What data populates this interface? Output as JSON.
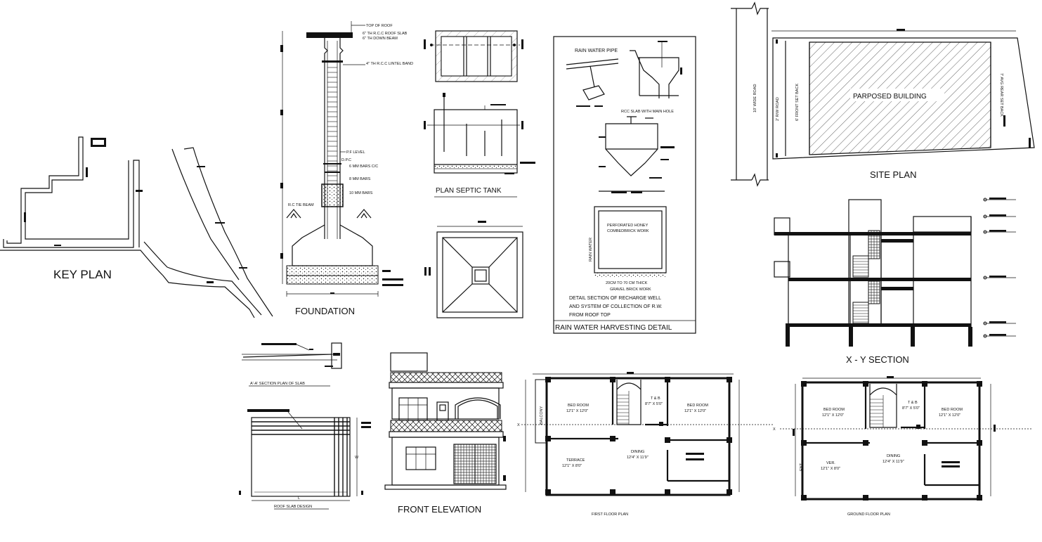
{
  "titles": {
    "key_plan": "KEY PLAN",
    "foundation": "FOUNDATION",
    "plan_septic_tank": "PLAN SEPTIC TANK",
    "rain_water_harvesting": "RAIN WATER HARVESTING DETAIL",
    "site_plan": "SITE PLAN",
    "xy_section": "X - Y  SECTION",
    "aa_section": "A'-A' SECTION PLAN OF SLAB",
    "roof_slab_design": "ROOF SLAB DESIGN",
    "front_elevation": "FRONT ELEVATION",
    "first_floor_plan": "FIRST FLOOR PLAN",
    "ground_floor_plan": "GROUND FLOOR PLAN"
  },
  "foundation": {
    "top_of_roof": "TOP OF ROOF",
    "roof_slab": "6\" TH R.C.C ROOF SLAB",
    "down_beam": "6\" TH DOWN BEAM",
    "lintel_band": "4\" TH R.C.C LINTEL BAND",
    "pf_level": "P.F LEVEL",
    "dpc": "D.P.C",
    "bars_1": "6 MM BARS C/C",
    "bars_2": "8 MM BARS",
    "bars_3": "10 MM BARS",
    "tie_beam": "R.C TIE BEAM"
  },
  "rwh": {
    "rain_water_pipe": "RAIN WATER PIPE",
    "rcc_slab": "RCC SLAB WITH MAIN HOLE",
    "perforated_1": "PERFORATED HONEY",
    "perforated_2": "COMBEDBRICK WORK",
    "rain_water": "RAIN WATER",
    "gravel_1": "20CM TO 70 CM THICK",
    "gravel_2": "GRAVEL BRICK WORK",
    "detail_1": "DETAIL SECTION OF RECHARGE WELL",
    "detail_2": "AND SYSTEM OF COLLECTION OF R.W.",
    "detail_3": "FROM ROOF TOP"
  },
  "site": {
    "wide_road": "10' WIDE ROAD",
    "rw_road": "2' R/W ROAD",
    "front_set_back": "6' FRONT SET BACK",
    "rear_set_back": "7' AVG REAR SET BACK",
    "proposed_building": "PARPOSED BUILDING"
  },
  "first_floor": {
    "balcony": "BALCONY",
    "bed_room_1": "BED ROOM",
    "bed_room_1_size": "12'1\" X 12'0\"",
    "tb": "T & B",
    "tb_size": "8'7\" X 5'0\"",
    "bed_room_2": "BED ROOM",
    "bed_room_2_size": "12'1\" X 12'0\"",
    "terrace": "TERRACE",
    "terrace_size": "12'1\" X 8'0\"",
    "dining": "DINING",
    "dining_size": "12'4\" X 11'9\"",
    "axis_x": "X"
  },
  "ground_floor": {
    "bed_room_1": "BED ROOM",
    "bed_room_1_size": "12'1\" X 12'0\"",
    "tb": "T & B",
    "tb_size": "8'7\" X 5'0\"",
    "bed_room_2": "BED ROOM",
    "bed_room_2_size": "12'1\" X 12'0\"",
    "ver": "VER.",
    "ver_size": "12'1\" X 8'0\"",
    "dining": "DINING",
    "dining_size": "12'4\" X 11'9\"",
    "ent": "ENT",
    "axis_x": "X"
  },
  "roof_slab": {
    "w": "W",
    "l": "L"
  }
}
